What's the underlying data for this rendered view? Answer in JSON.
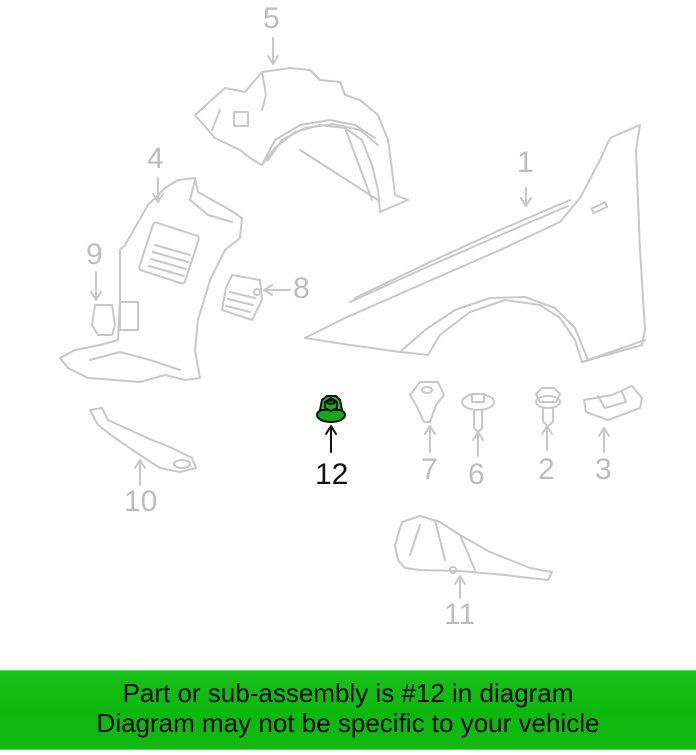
{
  "diagram": {
    "highlighted_part": "12",
    "line_color": "#c8c8c8",
    "highlight_color": "#12a812",
    "callouts": [
      {
        "id": "1",
        "label": "1",
        "part": "fender"
      },
      {
        "id": "2",
        "label": "2",
        "part": "bolt"
      },
      {
        "id": "3",
        "label": "3",
        "part": "clip-nut"
      },
      {
        "id": "4",
        "label": "4",
        "part": "front-fender-liner"
      },
      {
        "id": "5",
        "label": "5",
        "part": "rear-fender-liner"
      },
      {
        "id": "6",
        "label": "6",
        "part": "screw"
      },
      {
        "id": "7",
        "label": "7",
        "part": "expansion-nut"
      },
      {
        "id": "8",
        "label": "8",
        "part": "cover-grille"
      },
      {
        "id": "9",
        "label": "9",
        "part": "bracket"
      },
      {
        "id": "10",
        "label": "10",
        "part": "support-strip"
      },
      {
        "id": "11",
        "label": "11",
        "part": "splash-shield"
      },
      {
        "id": "12",
        "label": "12",
        "part": "flange-nut"
      }
    ]
  },
  "banner": {
    "line1": "Part or sub-assembly is #12 in diagram",
    "line2": "Diagram may not be specific to your vehicle",
    "background": "#0cb80c"
  }
}
